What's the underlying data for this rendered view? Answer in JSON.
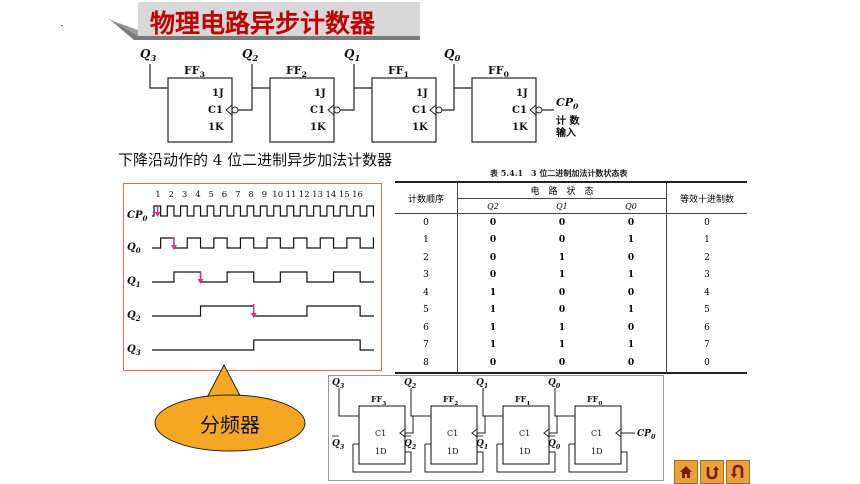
{
  "title": "物理电路异步计数器",
  "caption": "下降沿动作的 4 位二进制异步加法计数器",
  "top_circuit": {
    "ff_labels": [
      "FF3",
      "FF2",
      "FF1",
      "FF0"
    ],
    "outputs": [
      "Q3",
      "Q2",
      "Q1",
      "Q0"
    ],
    "pin_j": "1J",
    "pin_c": "C1",
    "pin_k": "1K",
    "clock_label": "CP0",
    "clock_note": [
      "计 数",
      "输入"
    ]
  },
  "timing": {
    "pulse_numbers": [
      "1",
      "2",
      "3",
      "4",
      "5",
      "6",
      "7",
      "8",
      "9",
      "10",
      "11",
      "12",
      "13",
      "14",
      "15",
      "16"
    ],
    "signals": [
      "CP0",
      "Q0",
      "Q1",
      "Q2",
      "Q3"
    ],
    "arrow_color": "#e0308a"
  },
  "state_table": {
    "caption": "表 5.4.1　3 位二进制加法计数状态表",
    "group_header": "电　路　状　态",
    "headers": [
      "计数顺序",
      "Q2",
      "Q1",
      "Q0",
      "等效十进制数"
    ],
    "rows": [
      [
        "0",
        "0",
        "0",
        "0",
        "0"
      ],
      [
        "1",
        "0",
        "0",
        "1",
        "1"
      ],
      [
        "2",
        "0",
        "1",
        "0",
        "2"
      ],
      [
        "3",
        "0",
        "1",
        "1",
        "3"
      ],
      [
        "4",
        "1",
        "0",
        "0",
        "4"
      ],
      [
        "5",
        "1",
        "0",
        "1",
        "5"
      ],
      [
        "6",
        "1",
        "1",
        "0",
        "6"
      ],
      [
        "7",
        "1",
        "1",
        "1",
        "7"
      ],
      [
        "8",
        "0",
        "0",
        "0",
        "0"
      ]
    ]
  },
  "callout": {
    "text": "分频器",
    "color": "#f5a623"
  },
  "bottom_circuit": {
    "ff_labels": [
      "FF3",
      "FF2",
      "FF1",
      "FF0"
    ],
    "outputs": [
      "Q3",
      "Q2",
      "Q1",
      "Q0"
    ],
    "inverted_outputs": [
      "Q3",
      "Q2",
      "Q1",
      "Q0"
    ],
    "pin_c": "C1",
    "pin_d": "1D",
    "clock_label": "CP0"
  },
  "nav": {
    "home_icon": "home-icon",
    "back_icon": "u-turn-icon",
    "return_icon": "return-icon"
  }
}
